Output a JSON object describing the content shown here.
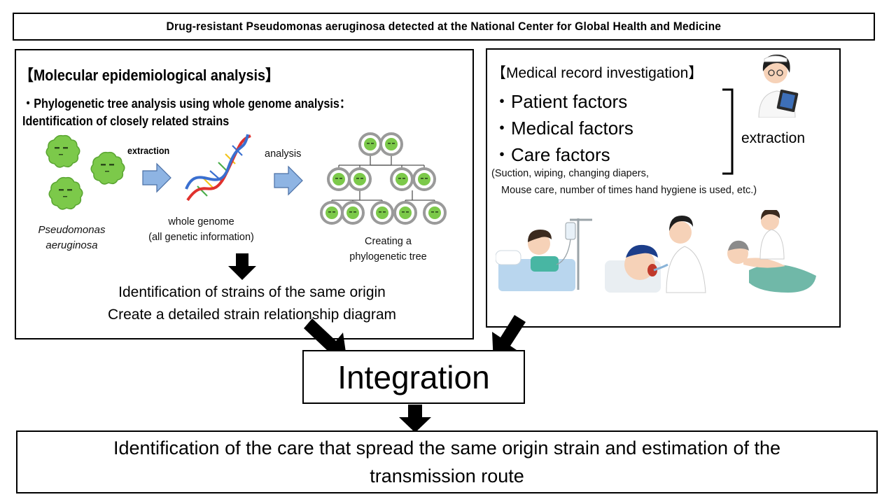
{
  "title": "Drug-resistant Pseudomonas aeruginosa detected at the National Center for Global Health and Medicine",
  "molecular": {
    "heading_open": "【",
    "heading_text": "Molecular epidemiological analysis",
    "heading_close": "】",
    "bullet": "・",
    "subheading_line1": "Phylogenetic tree analysis using whole genome analysis：",
    "subheading_line2": "Identification of closely related strains",
    "extraction_label": "extraction",
    "analysis_label": "analysis",
    "bacteria_caption_line1": "Pseudomonas",
    "bacteria_caption_line2": "aeruginosa",
    "genome_caption_line1": "whole genome",
    "genome_caption_line2": "(all genetic information)",
    "tree_caption_line1": "Creating a",
    "tree_caption_line2": "phylogenetic tree",
    "result_line1": "Identification of strains of the same origin",
    "result_line2": "Create a detailed strain relationship diagram"
  },
  "medical": {
    "heading": "【Medical record investigation】",
    "factors": [
      "・Patient factors",
      "・Medical factors",
      "・Care factors"
    ],
    "care_note_line1": "(Suction, wiping, changing diapers,",
    "care_note_line2": "Mouse care, number of times hand hygiene is used, etc.)",
    "extraction_label": "extraction"
  },
  "integration_label": "Integration",
  "conclusion_line1": "Identification of the care that spread the same origin strain and estimation of the",
  "conclusion_line2": "transmission route",
  "colors": {
    "bacteria_green": "#7cc94a",
    "arrow_blue": "#8eb4e3",
    "tree_node_border": "#9a9a9a",
    "dna_red": "#e0312d",
    "dna_blue": "#3a6fd0",
    "dna_yellow": "#f3c51e",
    "dna_green": "#4cae4c"
  }
}
